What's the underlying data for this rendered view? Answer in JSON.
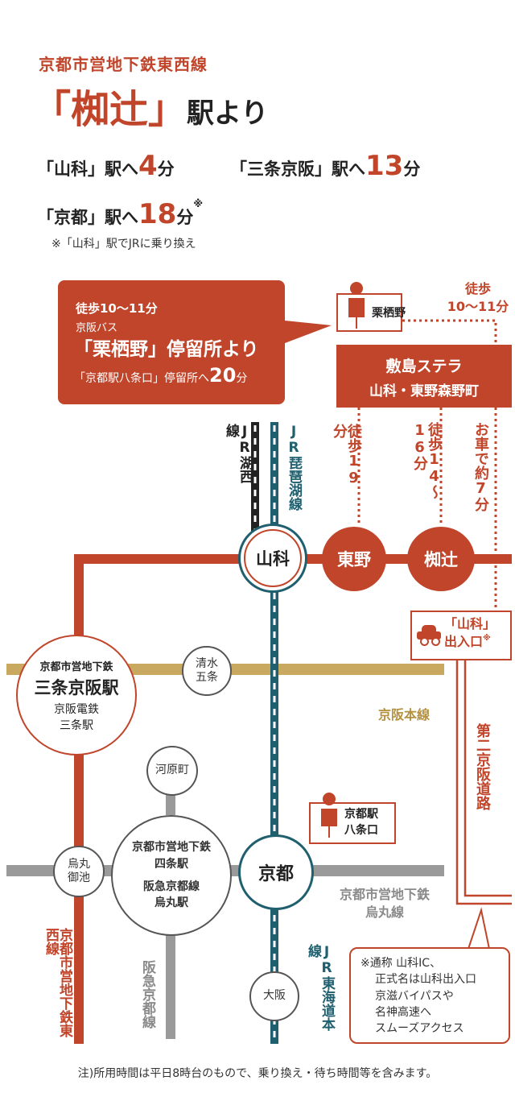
{
  "header": {
    "line_name": "京都市営地下鉄東西線",
    "station_quoted": "「椥辻」",
    "station_suffix": "駅より"
  },
  "times": [
    {
      "label": "「山科」駅へ",
      "value": "4",
      "unit": "分"
    },
    {
      "label": "「三条京阪」駅へ",
      "value": "13",
      "unit": "分"
    },
    {
      "label": "「京都」駅へ",
      "value": "18",
      "unit": "分",
      "mark": "※"
    }
  ],
  "transfer_note": "※「山科」駅でJRに乗り換え",
  "callout": {
    "walk": "徒歩10〜11分",
    "bus": "京阪バス",
    "stop": "「栗栖野」停留所より",
    "to_kyoto": "「京都駅八条口」停留所へ",
    "minutes": "20",
    "min_unit": "分"
  },
  "bus_stops": {
    "kurisuno": "栗栖野",
    "hachijo_line1": "京都駅",
    "hachijo_line2": "八条口"
  },
  "walk_top": {
    "line1": "徒歩",
    "line2": "10〜11分"
  },
  "stella": {
    "line1": "敷島ステラ",
    "line2": "山科・東野森野町"
  },
  "walk_labels": {
    "higashino": "徒歩19分",
    "nagitsuji": "徒歩14〜16分",
    "car": "お車で約7分"
  },
  "lines": {
    "jr_kosei": "JR湖西線",
    "jr_biwako": "JR琵琶湖線",
    "keihan": "京阪本線",
    "karasuma": [
      "京都市営地下鉄",
      "烏丸線"
    ],
    "tozai": "京都市営地下鉄東西線",
    "hankyu": "阪急京都線",
    "jr_tokaido": "JR東海道本線",
    "daini_keihan": "第二京阪道路"
  },
  "stations": {
    "yamashina": "山科",
    "higashino": "東野",
    "nagitsuji": "椥辻",
    "kyoto": "京都",
    "sanjo_top": "京都市営地下鉄",
    "sanjo_main": "三条京阪駅",
    "sanjo_sub1": "京阪電鉄",
    "sanjo_sub2": "三条駅",
    "shimizu1": "清水",
    "shimizu2": "五条",
    "kawaramachi": "河原町",
    "karasuma_oike1": "烏丸",
    "karasuma_oike2": "御池",
    "shijo_l1": "京都市営地下鉄",
    "shijo_l2": "四条駅",
    "shijo_l3": "阪急京都線",
    "shijo_l4": "烏丸駅",
    "osaka": "大阪"
  },
  "yamashina_ic": {
    "line1": "「山科」",
    "line2": "出入口",
    "mark": "※"
  },
  "ic_note": [
    "※通称 山科IC、",
    "正式名は山科出入口",
    "京滋バイパスや",
    "名神高速へ",
    "スムーズアクセス"
  ],
  "footer_note": "注)所用時間は平日8時台のもので、乗り換え・待ち時間等を含みます。",
  "colors": {
    "tozai_red": "#c0452a",
    "jr_teal": "#1f5f6e",
    "keihan_gold": "#c9a960",
    "karasuma_gray": "#9a9a9a",
    "dark": "#222222"
  }
}
